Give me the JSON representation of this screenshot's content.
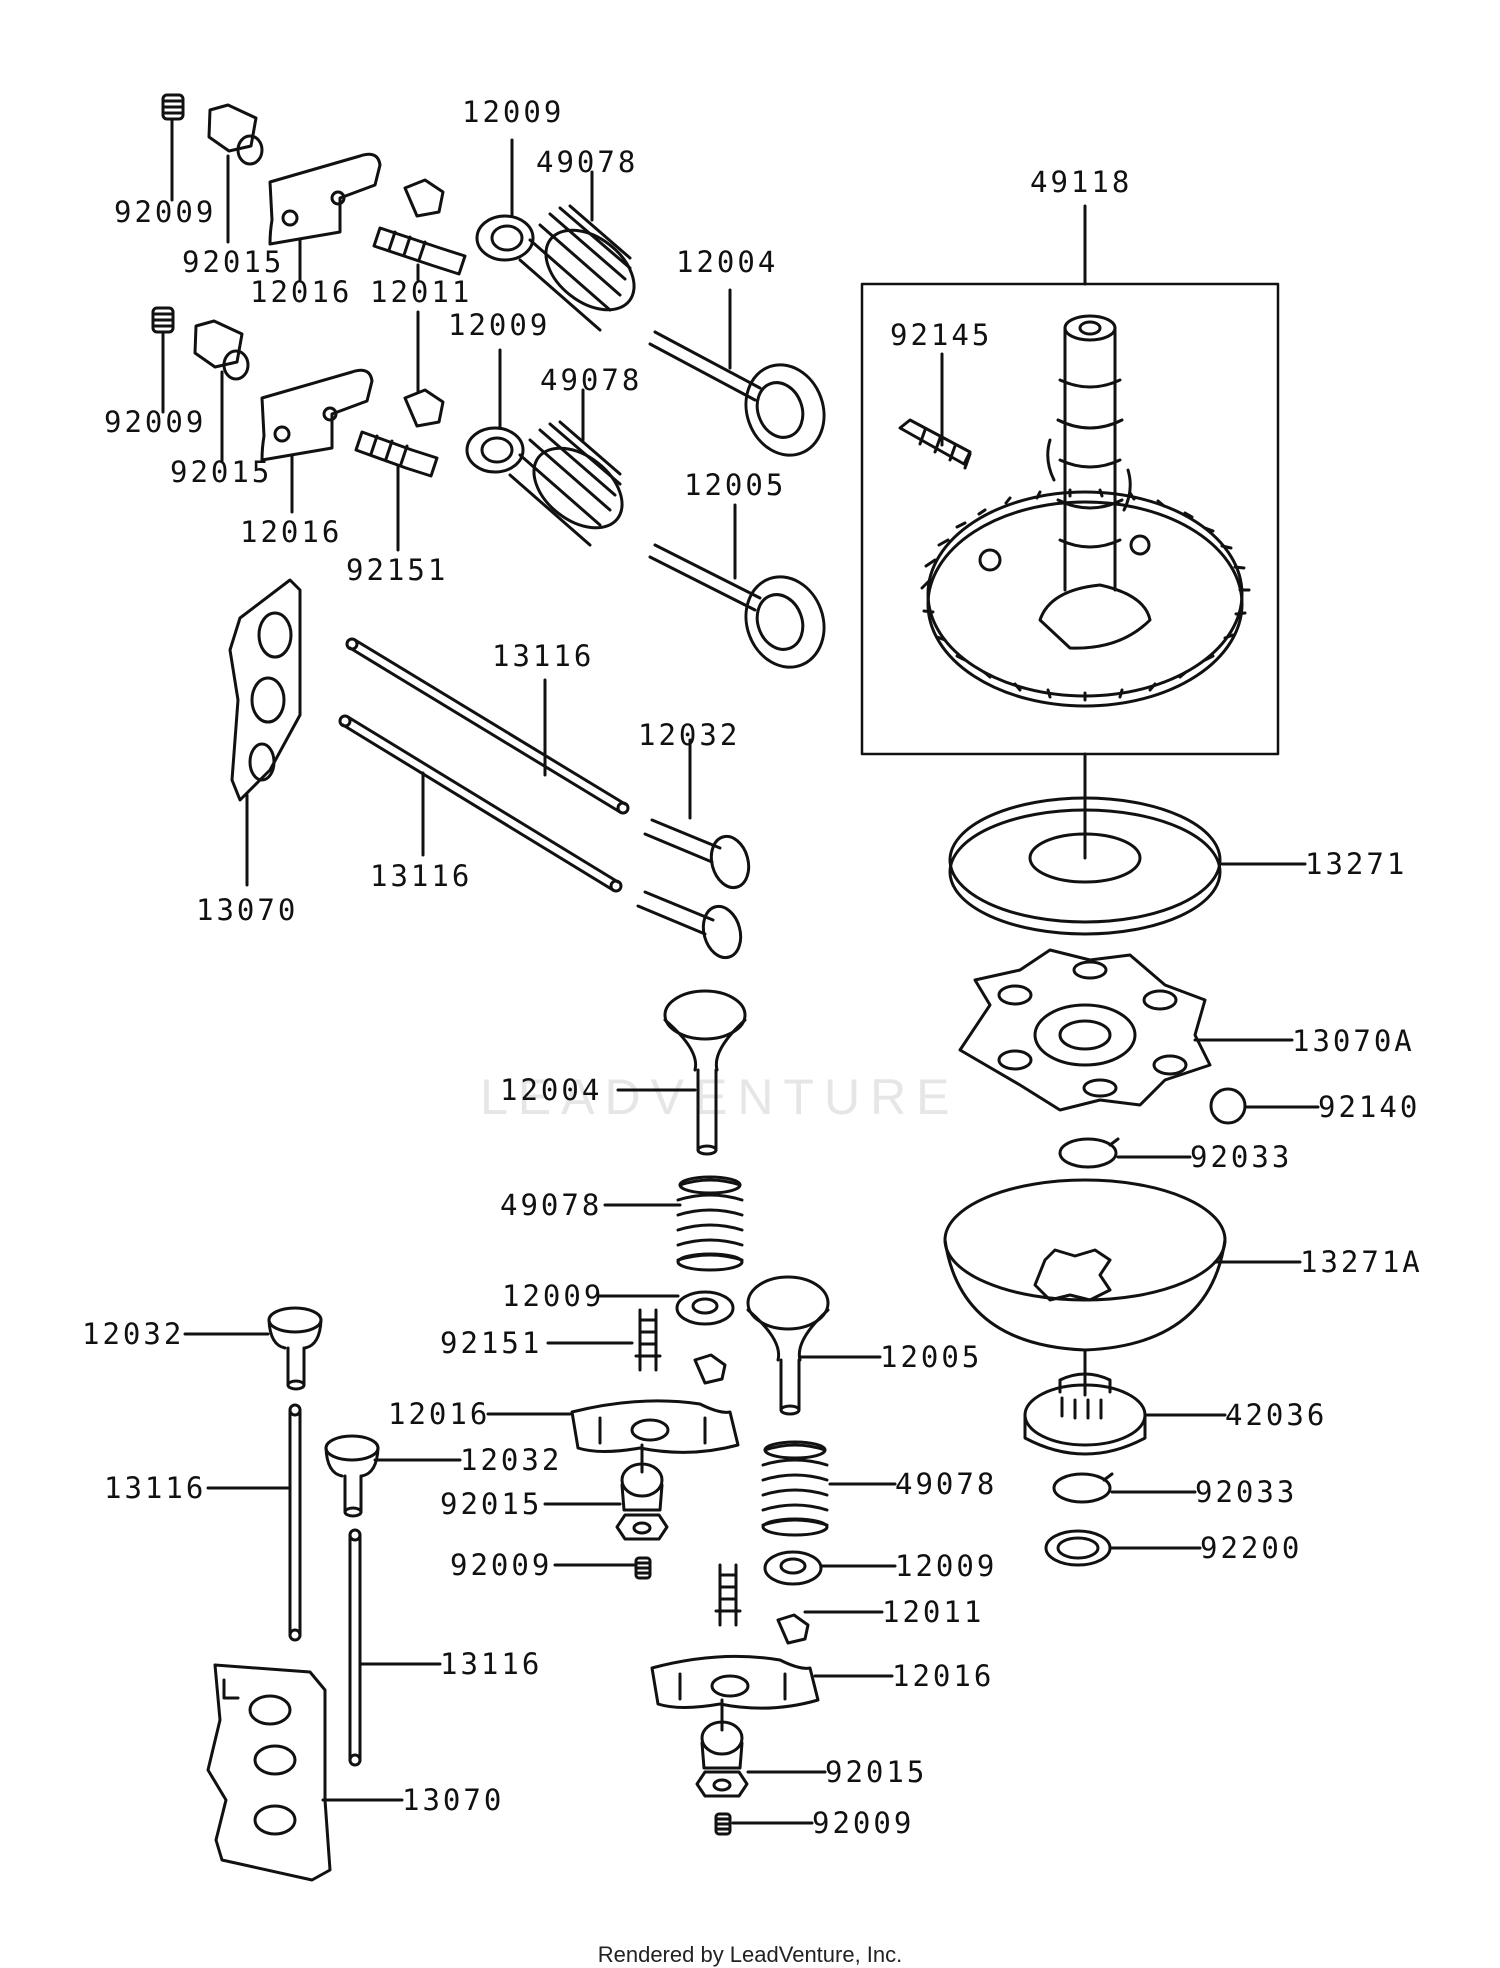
{
  "watermark": "LEADVENTURE",
  "footer": "Rendered by LeadVenture, Inc.",
  "parts": {
    "p92009a": "92009",
    "p92015a": "92015",
    "p12016a": "12016",
    "p12009a": "12009",
    "p49078a": "49078",
    "p12011a": "12011",
    "p12004a": "12004",
    "p92009b": "92009",
    "p92015b": "92015",
    "p12016b": "12016",
    "p12009b": "12009",
    "p49078b": "49078",
    "p92151a": "92151",
    "p12005a": "12005",
    "p49118": "49118",
    "p92145": "92145",
    "p13116a": "13116",
    "p12032a": "12032",
    "p13116b": "13116",
    "p13070a": "13070",
    "p13271": "13271",
    "p13070A": "13070A",
    "p92140": "92140",
    "p92033a": "92033",
    "p12004b": "12004",
    "p49078c": "49078",
    "p13271A": "13271A",
    "p12009c": "12009",
    "p92151b": "92151",
    "p12005b": "12005",
    "p42036": "42036",
    "p12032b": "12032",
    "p12016c": "12016",
    "p13116c": "13116",
    "p12032c": "12032",
    "p92033b": "92033",
    "p92015c": "92015",
    "p49078d": "49078",
    "p92200": "92200",
    "p92009c": "92009",
    "p12009d": "12009",
    "p12011b": "12011",
    "p13116d": "13116",
    "p12016d": "12016",
    "p92015d": "92015",
    "p13070b": "13070",
    "p92009d": "92009"
  }
}
